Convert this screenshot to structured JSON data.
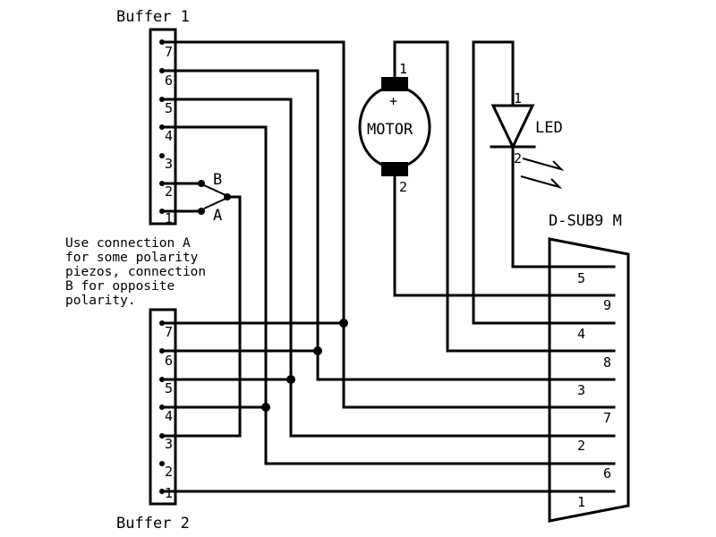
{
  "buffer1": {
    "title": "Buffer 1",
    "pins": [
      "7",
      "6",
      "5",
      "4",
      "3",
      "2",
      "1"
    ]
  },
  "buffer2": {
    "title": "Buffer 2",
    "pins": [
      "7",
      "6",
      "5",
      "4",
      "3",
      "2",
      "1"
    ]
  },
  "switch": {
    "label_b": "B",
    "label_a": "A"
  },
  "note_lines": [
    "Use connection A",
    "for some polarity",
    "piezos, connection",
    "B for opposite",
    "polarity."
  ],
  "motor": {
    "label": "MOTOR",
    "plus": "+",
    "pin1": "1",
    "pin2": "2"
  },
  "led": {
    "label": "LED",
    "pin1": "1",
    "pin2": "2"
  },
  "connector": {
    "title": "D-SUB9 M",
    "pins": [
      "5",
      "9",
      "4",
      "8",
      "3",
      "7",
      "2",
      "6",
      "1"
    ]
  }
}
